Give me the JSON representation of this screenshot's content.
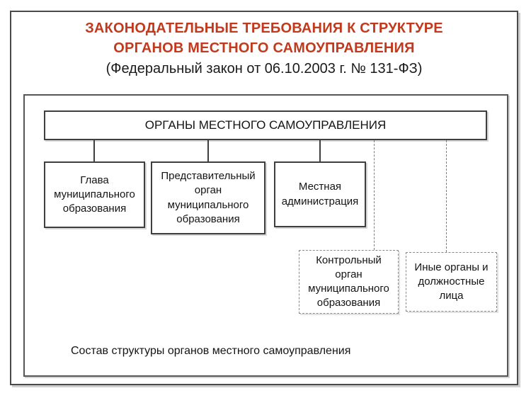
{
  "header": {
    "title_line1": "ЗАКОНОДАТЕЛЬНЫЕ ТРЕБОВАНИЯ К СТРУКТУРЕ",
    "title_line2": "ОРГАНОВ МЕСТНОГО САМОУПРАВЛЕНИЯ",
    "subtitle": "(Федеральный закон от 06.10.2003 г. № 131-ФЗ)"
  },
  "diagram": {
    "root_label": "ОРГАНЫ МЕСТНОГО САМОУПРАВЛЕНИЯ",
    "nodes": [
      {
        "id": "glava",
        "label": "Глава\nмуниципального\nобразования",
        "border": "solid"
      },
      {
        "id": "predst",
        "label": "Представительный\nорган\nмуниципального\nобразования",
        "border": "solid"
      },
      {
        "id": "admin",
        "label": "Местная\nадминистрация",
        "border": "solid"
      },
      {
        "id": "kontrol",
        "label": "Контрольный\nорган\nмуниципального\nобразования",
        "border": "dashed"
      },
      {
        "id": "inye",
        "label": "Иные органы и\nдолжностные\nлица",
        "border": "dashed"
      }
    ],
    "caption": "Состав структуры органов местного самоуправления"
  },
  "colors": {
    "title": "#c13a1d",
    "text": "#141414",
    "solid_border": "#3f3f3f",
    "dashed_border": "#8a8a8a",
    "background": "#ffffff"
  }
}
